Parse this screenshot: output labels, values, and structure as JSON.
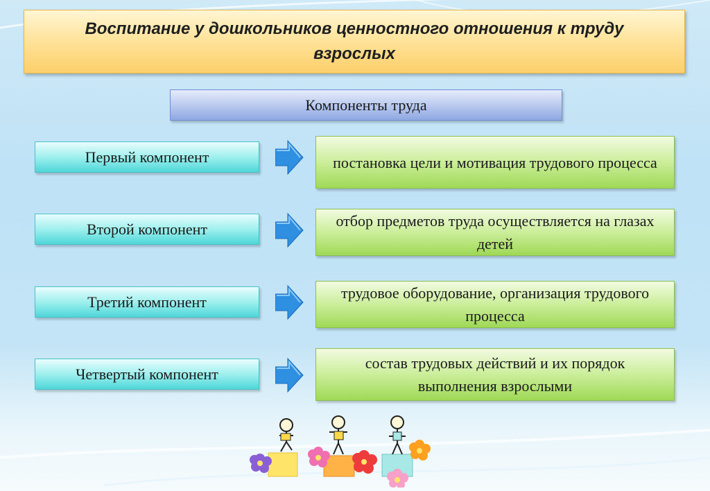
{
  "title": "Воспитание у дошкольников ценностного отношения к труду взрослых",
  "header": "Компоненты  труда",
  "components": [
    {
      "label": "Первый компонент",
      "description": "постановка цели и мотивация трудового процесса"
    },
    {
      "label": "Второй  компонент",
      "description": "отбор предметов труда  осуществляется на глазах детей"
    },
    {
      "label": "Третий  компонент",
      "description": "трудовое оборудование, организация трудового процесса"
    },
    {
      "label": "Четвертый  компонент",
      "description": "состав трудовых действий  и их порядок выполнения взрослыми"
    }
  ],
  "colors": {
    "title_fill": "#fcd56e",
    "header_fill": "#a9bdec",
    "component_fill": "#8eeeee",
    "description_fill": "#c4ec8f",
    "arrow": "#2f8fe0"
  },
  "decoration": {
    "illustration": "three-stick-figure-kids-with-flowers-and-blocks",
    "arrow_icon": "right-arrow-icon"
  }
}
